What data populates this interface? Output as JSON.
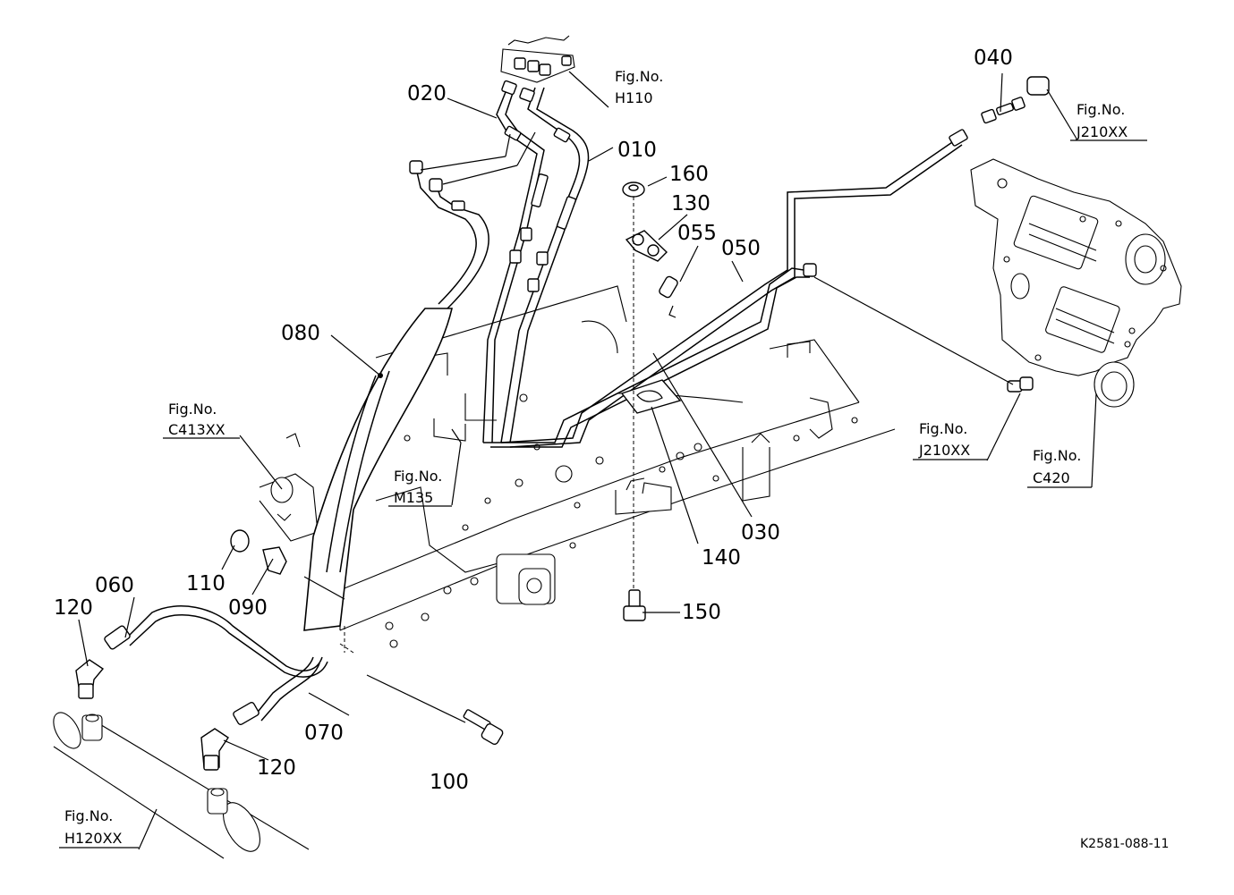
{
  "parts": [
    {
      "id": "p010",
      "label": "010"
    },
    {
      "id": "p020",
      "label": "020"
    },
    {
      "id": "p030",
      "label": "030"
    },
    {
      "id": "p040",
      "label": "040"
    },
    {
      "id": "p050",
      "label": "050"
    },
    {
      "id": "p055",
      "label": "055"
    },
    {
      "id": "p060",
      "label": "060"
    },
    {
      "id": "p070",
      "label": "070"
    },
    {
      "id": "p080",
      "label": "080"
    },
    {
      "id": "p090",
      "label": "090"
    },
    {
      "id": "p100",
      "label": "100"
    },
    {
      "id": "p110",
      "label": "110"
    },
    {
      "id": "p120a",
      "label": "120"
    },
    {
      "id": "p120b",
      "label": "120"
    },
    {
      "id": "p130",
      "label": "130"
    },
    {
      "id": "p140",
      "label": "140"
    },
    {
      "id": "p150",
      "label": "150"
    },
    {
      "id": "p160",
      "label": "160"
    }
  ],
  "figure_refs": [
    {
      "id": "h110",
      "prefix": "Fig.No.",
      "code": "H110"
    },
    {
      "id": "j210a",
      "prefix": "Fig.No.",
      "code": "J210XX"
    },
    {
      "id": "j210b",
      "prefix": "Fig.No.",
      "code": "J210XX"
    },
    {
      "id": "c420",
      "prefix": "Fig.No.",
      "code": "C420"
    },
    {
      "id": "c413",
      "prefix": "Fig.No.",
      "code": "C413XX"
    },
    {
      "id": "m135",
      "prefix": "Fig.No.",
      "code": "M135"
    },
    {
      "id": "h120",
      "prefix": "Fig.No.",
      "code": "H120XX"
    }
  ],
  "drawing_code": "K2581-088-11"
}
